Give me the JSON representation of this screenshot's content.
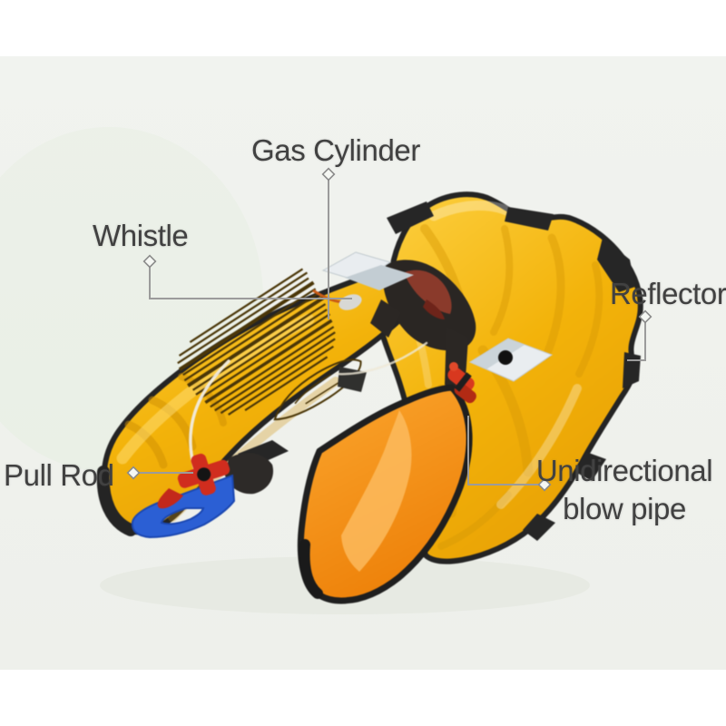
{
  "diagram": {
    "subject_labels": [
      {
        "id": "gas-cylinder",
        "text": "Gas Cylinder"
      },
      {
        "id": "whistle",
        "text": "Whistle"
      },
      {
        "id": "reflector",
        "text": "Reflector"
      },
      {
        "id": "pull-rod",
        "text": "Pull Rod"
      },
      {
        "id": "blow-pipe",
        "text": "Unidirectional",
        "text2": "blow pipe"
      }
    ]
  },
  "colors": {
    "page_bg": "#ffffff",
    "photo_bg": "#f1f3ef",
    "photo_bg_lower": "#eef0eb",
    "vest_yellow_light": "#fdd041",
    "vest_yellow": "#f3b30a",
    "vest_yellow_deep": "#e9a205",
    "bib_orange_light": "#fba62e",
    "bib_orange": "#ee820a",
    "trim_black": "#262626",
    "strap_blue": "#2b5fd4",
    "pull_rod_red": "#d02d1e",
    "blow_pipe_red": "#d8381f",
    "reflector_silver": "#e9edf0",
    "reflector_shade": "#c3cdd3",
    "maroon_fabric": "#8a3a2b",
    "cord_white": "#f1ecdf",
    "label_print": "#4a3608",
    "leader_line": "#9b9b9b",
    "marker_fill": "#f5f7f3",
    "marker_stroke": "#8a8a8a",
    "label_text": "#414141"
  }
}
